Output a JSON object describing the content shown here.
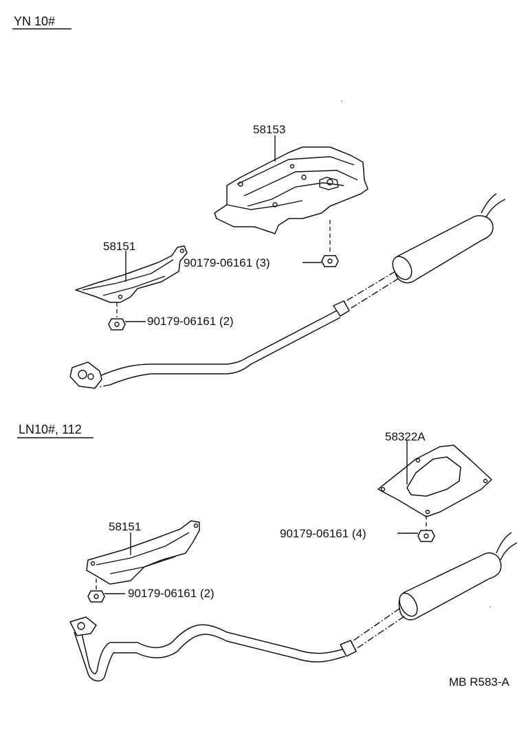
{
  "sections": [
    {
      "header": "YN 10#",
      "labels": {
        "cover_upper": "58153",
        "insulator_front": "58151",
        "nut_a": "90179-06161 (3)",
        "nut_b": "90179-06161 (2)"
      }
    },
    {
      "header": "LN10#, 112",
      "labels": {
        "insulator_front": "58151",
        "cover_rear": "58322A",
        "nut_a": "90179-06161 (4)",
        "nut_b": "90179-06161 (2)"
      }
    }
  ],
  "footer_code": "MB R583-A"
}
